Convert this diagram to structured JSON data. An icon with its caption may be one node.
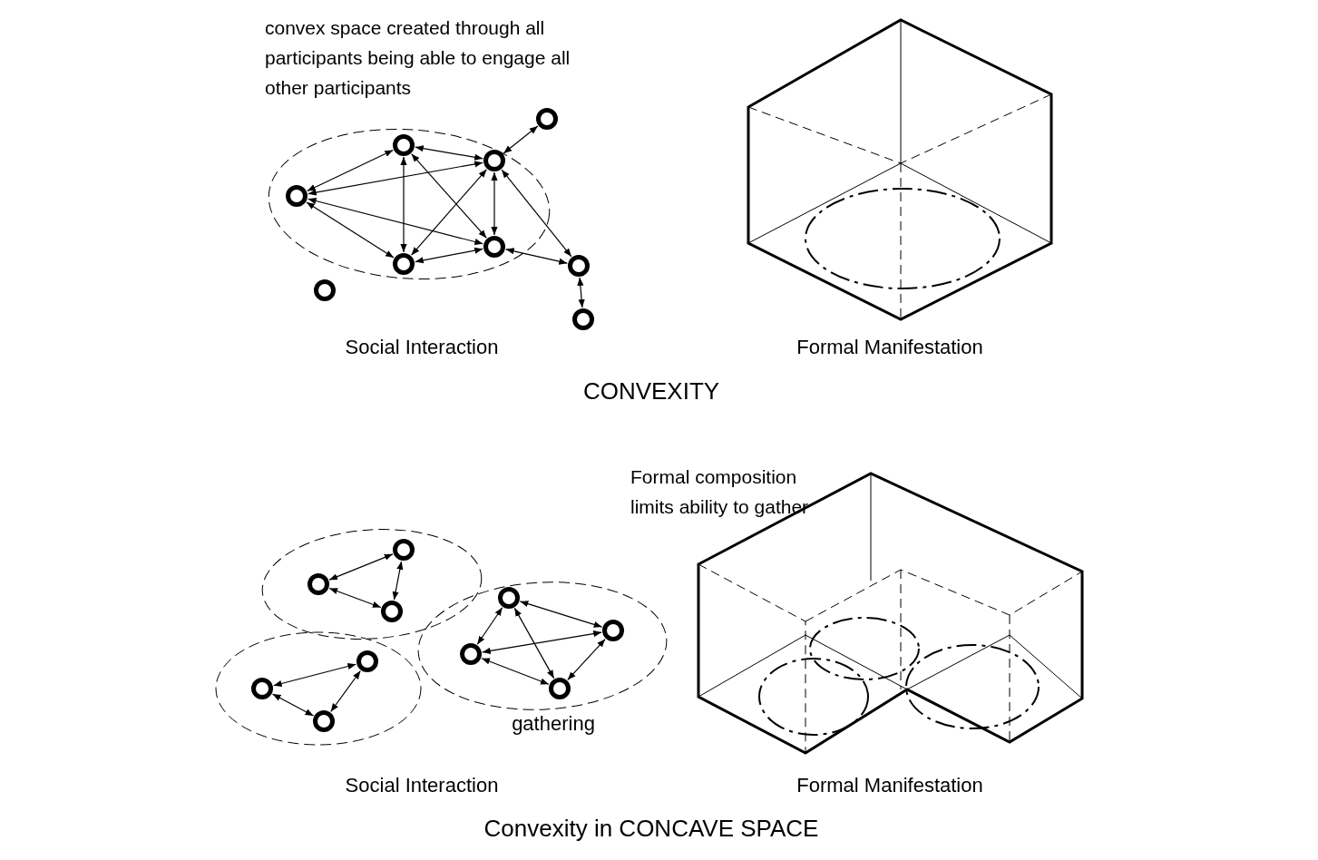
{
  "diagram": {
    "nodes": [
      {
        "text": [],
        "shape": "circle"
      },
      {
        "text": [],
        "shape": "circle"
      },
      {
        "text": [],
        "shape": "circle"
      },
      {
        "text": [],
        "shape": "circle"
      },
      {
        "text": [],
        "shape": "circle"
      },
      {
        "text": [],
        "shape": "circle"
      },
      {
        "text": [],
        "shape": "circle"
      },
      {
        "text": [],
        "shape": "circle"
      },
      {
        "text": [],
        "shape": "circle"
      },
      {
        "text": [],
        "shape": "circle"
      },
      {
        "text": [],
        "shape": "circle"
      },
      {
        "text": [],
        "shape": "circle"
      },
      {
        "text": [],
        "shape": "circle"
      },
      {
        "text": [],
        "shape": "circle"
      },
      {
        "text": [],
        "shape": "circle"
      },
      {
        "text": [],
        "shape": "circle"
      },
      {
        "text": [],
        "shape": "circle"
      },
      {
        "text": [],
        "shape": "circle"
      },
      {
        "text": [],
        "shape": "circle"
      }
    ],
    "edges": [
      {
        "from": 1,
        "to": 2,
        "arrow": "both"
      },
      {
        "from": 1,
        "to": 3,
        "arrow": "both"
      },
      {
        "from": 1,
        "to": 4,
        "arrow": "both"
      },
      {
        "from": 1,
        "to": 5,
        "arrow": "both"
      },
      {
        "from": 2,
        "to": 3,
        "arrow": "both"
      },
      {
        "from": 2,
        "to": 4,
        "arrow": "both"
      },
      {
        "from": 2,
        "to": 5,
        "arrow": "both"
      },
      {
        "from": 2,
        "to": 0,
        "arrow": "both"
      },
      {
        "from": 2,
        "to": 7,
        "arrow": "both"
      },
      {
        "from": 3,
        "to": 4,
        "arrow": "both"
      },
      {
        "from": 3,
        "to": 5,
        "arrow": "both"
      },
      {
        "from": 4,
        "to": 5,
        "arrow": "both"
      },
      {
        "from": 5,
        "to": 7,
        "arrow": "both"
      },
      {
        "from": 7,
        "to": 8,
        "arrow": "both"
      },
      {
        "from": 9,
        "to": 10,
        "arrow": "both"
      },
      {
        "from": 9,
        "to": 11,
        "arrow": "both"
      },
      {
        "from": 10,
        "to": 11,
        "arrow": "both"
      },
      {
        "from": 12,
        "to": 14,
        "arrow": "both"
      },
      {
        "from": 12,
        "to": 15,
        "arrow": "both"
      },
      {
        "from": 14,
        "to": 15,
        "arrow": "both"
      },
      {
        "from": 13,
        "to": 16,
        "arrow": "both"
      },
      {
        "from": 13,
        "to": 17,
        "arrow": "both"
      },
      {
        "from": 13,
        "to": 18,
        "arrow": "both"
      },
      {
        "from": 16,
        "to": 17,
        "arrow": "both"
      },
      {
        "from": 16,
        "to": 18,
        "arrow": "both"
      },
      {
        "from": 17,
        "to": 18,
        "arrow": "both"
      }
    ],
    "labels": [
      "convex space created through all participants being able to engage all other participants",
      "Social Interaction",
      "Formal Manifestation",
      "CONVEXITY",
      "Formal composition limits ability to gather",
      "gathering",
      "Social Interaction",
      "Formal Manifestation",
      "Convexity in CONCAVE SPACE"
    ]
  }
}
